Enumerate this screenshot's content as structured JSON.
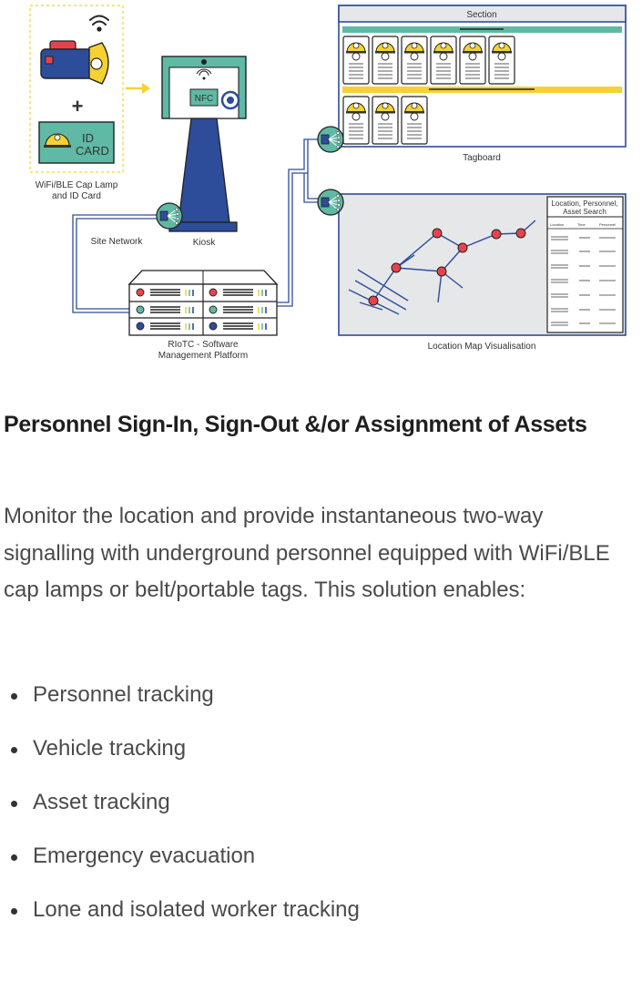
{
  "diagram": {
    "caplamp_label_1": "WiFi/BLE Cap Lamp",
    "caplamp_label_2": "and  ID Card",
    "id_card_line_1": "ID",
    "id_card_line_2": "CARD",
    "plus": "+",
    "kiosk_label": "Kiosk",
    "nfc_label": "NFC",
    "site_network_label": "Site Network",
    "platform_label_1": "RIoTC - Software",
    "platform_label_2": "Management Platform",
    "tagboard_header": "Section",
    "tagboard_label": "Tagboard",
    "map_label": "Location Map Visualisation",
    "search_title_1": "Location, Personnel,",
    "search_title_2": "Asset Search",
    "search_col_1": "Location",
    "search_col_2": "Time",
    "search_col_3": "Personnel"
  },
  "content": {
    "heading": "Personnel Sign-In, Sign-Out &/or Assignment of Assets",
    "description": "Monitor the location and provide instantaneous two-way signalling with underground personnel equipped with WiFi/BLE cap lamps or belt/portable tags. This solution enables:",
    "features": [
      "Personnel tracking",
      "Vehicle tracking",
      "Asset tracking",
      "Emergency evacuation",
      "Lone and isolated worker tracking"
    ]
  },
  "colors": {
    "navy": "#2d4d9a",
    "teal": "#5fb9a4",
    "yellow": "#f5d232",
    "red": "#e8434d",
    "map_bg": "#e6e7e9"
  }
}
